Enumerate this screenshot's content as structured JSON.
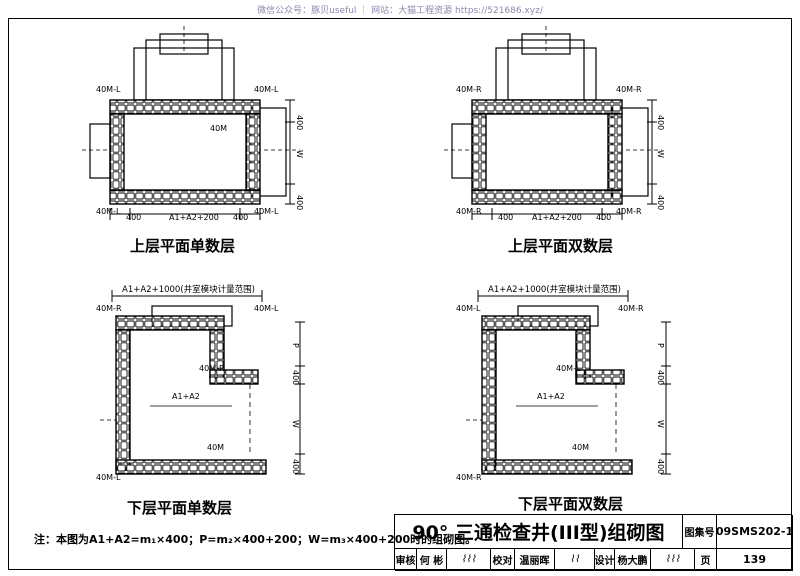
{
  "watermark": "微信公众号：豚贝useful ｜ 网站：大猫工程资源 https://521686.xyz/",
  "views": {
    "top_left": {
      "caption": "上层平面单数层",
      "lbl_tl": "40M-L",
      "lbl_tr": "40M-L",
      "lbl_bl": "40M-L",
      "lbl_br": "40M-L",
      "lbl_inner": "40M",
      "dim_bottom": "A1+A2+200",
      "dim_left": "400",
      "dim_right": "400",
      "dim_r1": "400",
      "dim_r2": "W",
      "dim_r3": "400"
    },
    "top_right": {
      "caption": "上层平面双数层",
      "lbl_tl": "40M-R",
      "lbl_tr": "40M-R",
      "lbl_bl": "40M-R",
      "lbl_br": "40M-R",
      "dim_bottom": "A1+A2+200",
      "dim_left": "400",
      "dim_right": "400",
      "dim_r1": "400",
      "dim_r2": "W",
      "dim_r3": "400"
    },
    "bottom_left": {
      "caption": "下层平面单数层",
      "dim_top": "A1+A2+1000(井室模块计量范围)",
      "lbl_tl": "40M-R",
      "lbl_tr": "40M-L",
      "lbl_mid": "40M-R",
      "lbl_a": "A1+A2",
      "lbl_bot": "40M",
      "lbl_bl": "40M-L",
      "dim_r1": "P",
      "dim_r2": "400",
      "dim_r3": "W",
      "dim_r4": "400"
    },
    "bottom_right": {
      "caption": "下层平面双数层",
      "dim_top": "A1+A2+1000(井室模块计量范围)",
      "lbl_tl": "40M-L",
      "lbl_tr": "40M-R",
      "lbl_mid": "40M-L",
      "lbl_a": "A1+A2",
      "lbl_bot": "40M",
      "lbl_bl": "40M-R",
      "dim_r1": "P",
      "dim_r2": "400",
      "dim_r3": "W",
      "dim_r4": "400"
    }
  },
  "note": "注：本图为A1+A2=m₁×400；P=m₂×400+200；W=m₃×400+200时的组砌图。",
  "title_block": {
    "title": "90° 三通检查井(III型)组砌图",
    "atlas_label": "图集号",
    "atlas_no": "09SMS202-1",
    "review_label": "审核",
    "review_name": "何 彬",
    "check_label": "校对",
    "check_name": "温丽晖",
    "design_label": "设计",
    "design_name": "杨大鹏",
    "page_label": "页",
    "page_no": "139"
  }
}
